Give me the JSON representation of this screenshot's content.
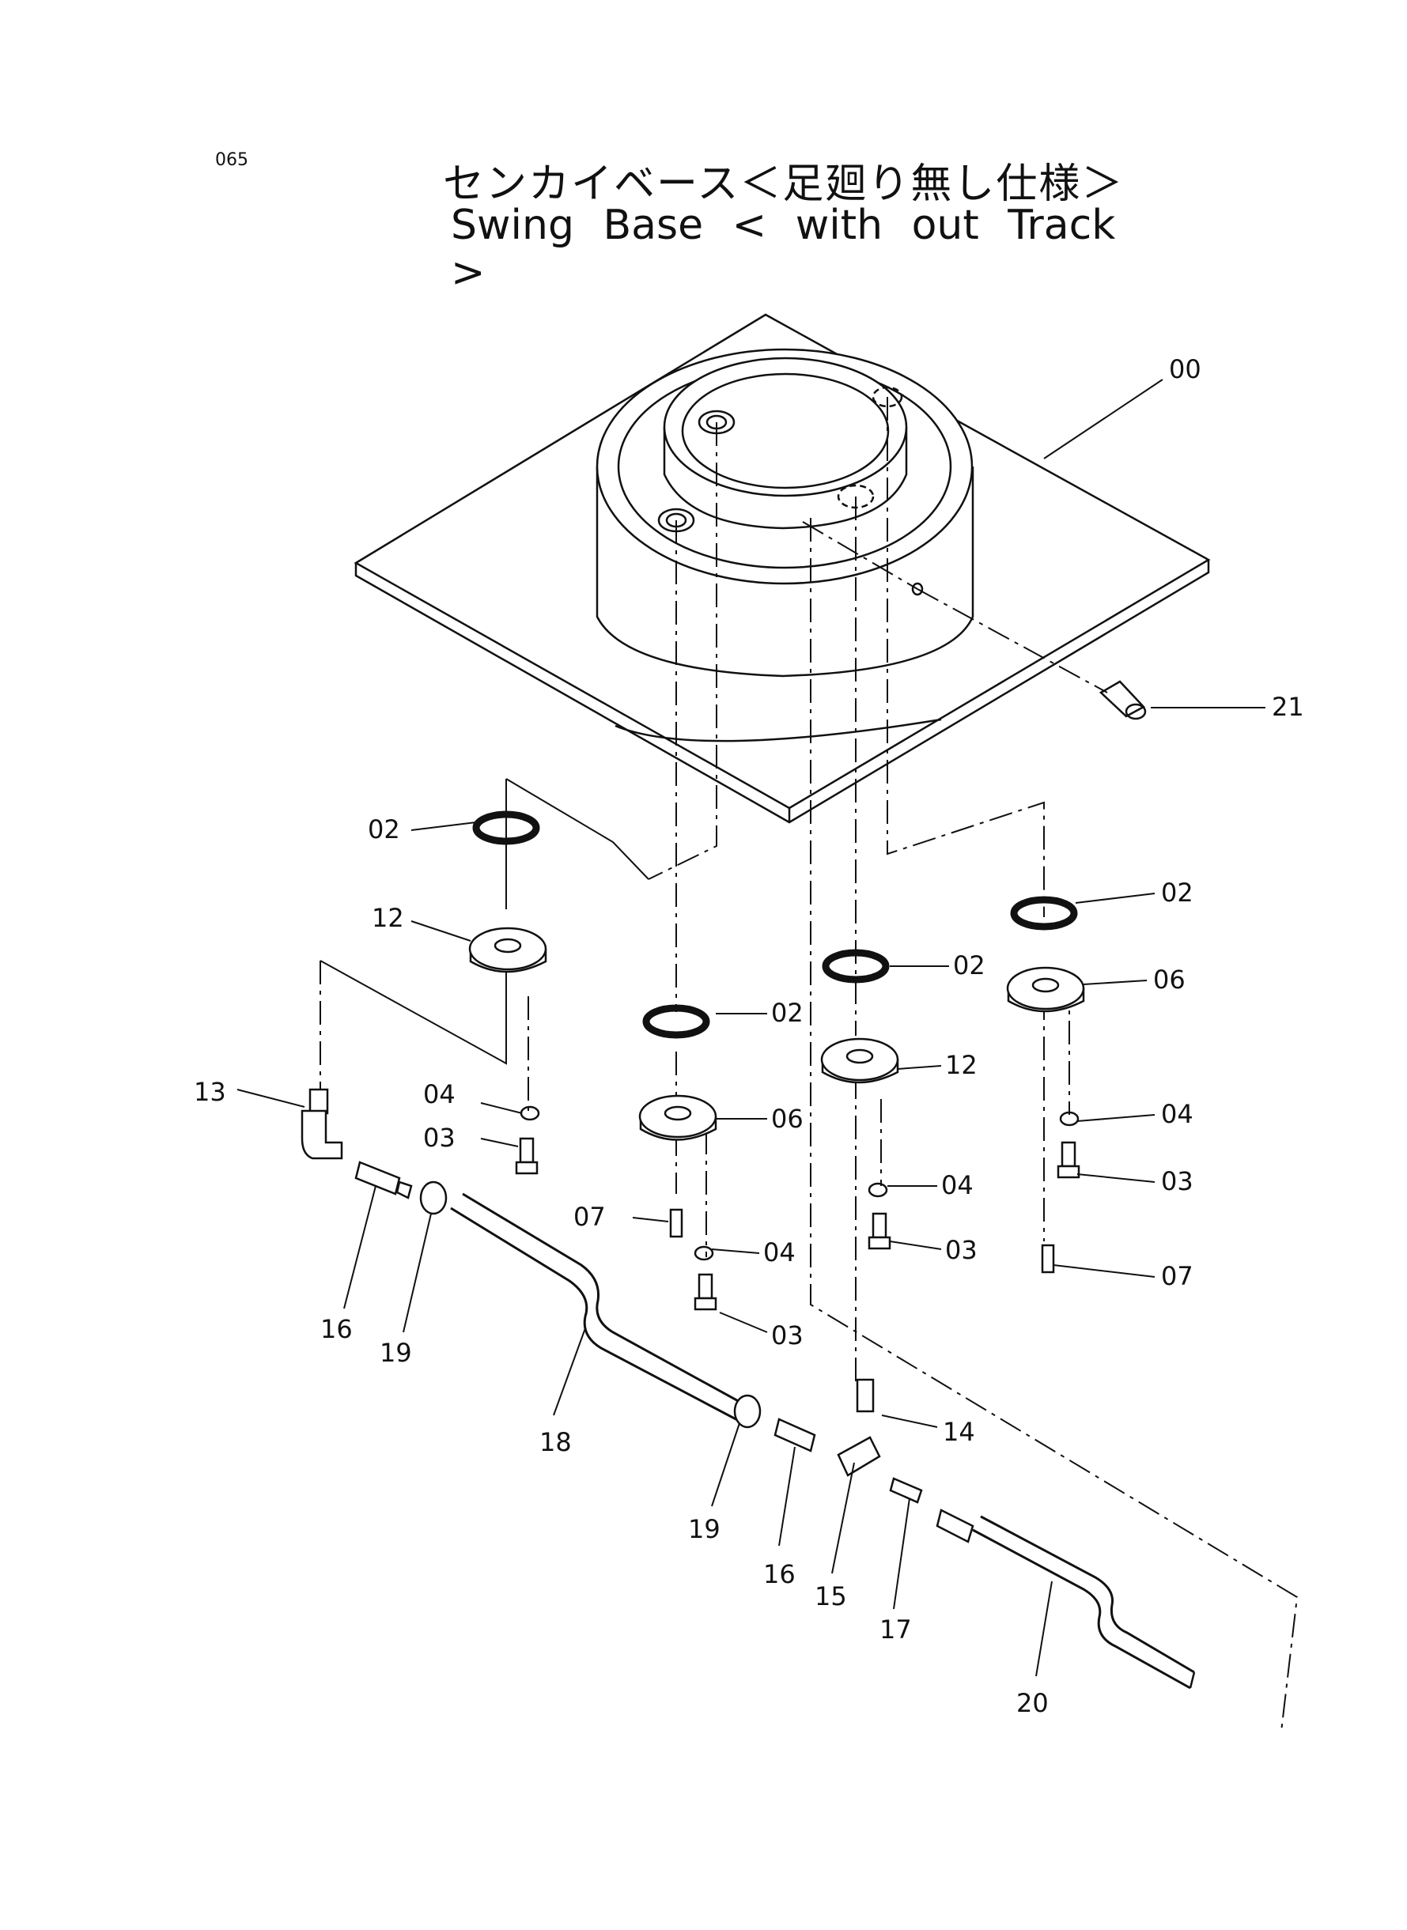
{
  "page": {
    "code": "065",
    "title_jp": "センカイベース＜足廻り無し仕様＞",
    "title_en": "Swing Base < with out Track >"
  },
  "callouts": {
    "c00": "00",
    "c21": "21",
    "c02a": "02",
    "c02b": "02",
    "c02c": "02",
    "c02d": "02",
    "c12a": "12",
    "c12b": "12",
    "c06a": "06",
    "c06b": "06",
    "c04a": "04",
    "c04b": "04",
    "c04c": "04",
    "c04d": "04",
    "c03a": "03",
    "c03b": "03",
    "c03c": "03",
    "c03d": "03",
    "c07a": "07",
    "c07b": "07",
    "c13": "13",
    "c16a": "16",
    "c16b": "16",
    "c19a": "19",
    "c19b": "19",
    "c18": "18",
    "c14": "14",
    "c15": "15",
    "c17": "17",
    "c20": "20"
  }
}
